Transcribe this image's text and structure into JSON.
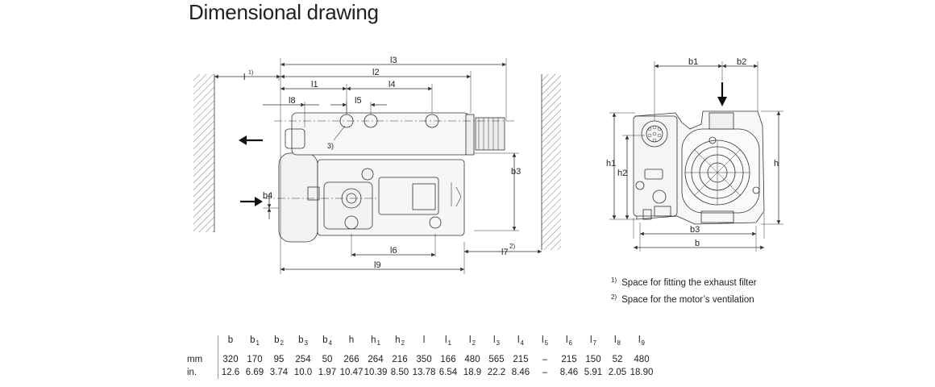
{
  "title": "Dimensional drawing",
  "side_view_labels": {
    "l_sup": "l",
    "l_note": "1)",
    "l3": "l3",
    "l2": "l2",
    "l1": "l1",
    "l4": "l4",
    "l8": "l8",
    "l5": "l5",
    "b3": "b3",
    "b4": "b4",
    "l6": "l6",
    "l7": "l7",
    "l7_note": "2)",
    "l9": "l9",
    "callout3": "3)"
  },
  "front_view_labels": {
    "b1": "b1",
    "b2": "b2",
    "h1": "h1",
    "h2": "h2",
    "h": "h",
    "b3": "b3",
    "b": "b"
  },
  "notes": [
    {
      "mark": "1)",
      "text": "Space for fitting the exhaust filter"
    },
    {
      "mark": "2)",
      "text": "Space for the motor’s ventilation"
    }
  ],
  "table": {
    "headers": [
      {
        "base": "b",
        "sub": ""
      },
      {
        "base": "b",
        "sub": "1"
      },
      {
        "base": "b",
        "sub": "2"
      },
      {
        "base": "b",
        "sub": "3"
      },
      {
        "base": "b",
        "sub": "4"
      },
      {
        "base": "h",
        "sub": ""
      },
      {
        "base": "h",
        "sub": "1"
      },
      {
        "base": "h",
        "sub": "2"
      },
      {
        "base": "l",
        "sub": ""
      },
      {
        "base": "l",
        "sub": "1"
      },
      {
        "base": "l",
        "sub": "2"
      },
      {
        "base": "l",
        "sub": "3"
      },
      {
        "base": "l",
        "sub": "4"
      },
      {
        "base": "l",
        "sub": "5"
      },
      {
        "base": "l",
        "sub": "6"
      },
      {
        "base": "l",
        "sub": "7"
      },
      {
        "base": "l",
        "sub": "8"
      },
      {
        "base": "l",
        "sub": "9"
      }
    ],
    "rows": [
      {
        "unit": "mm",
        "values": [
          "320",
          "170",
          "95",
          "254",
          "50",
          "266",
          "264",
          "216",
          "350",
          "166",
          "480",
          "565",
          "215",
          "–",
          "215",
          "150",
          "52",
          "480"
        ]
      },
      {
        "unit": "in.",
        "values": [
          "12.6",
          "6.69",
          "3.74",
          "10.0",
          "1.97",
          "10.47",
          "10.39",
          "8.50",
          "13.78",
          "6.54",
          "18.9",
          "22.2",
          "8.46",
          "–",
          "8.46",
          "5.91",
          "2.05",
          "18.90"
        ]
      }
    ]
  }
}
